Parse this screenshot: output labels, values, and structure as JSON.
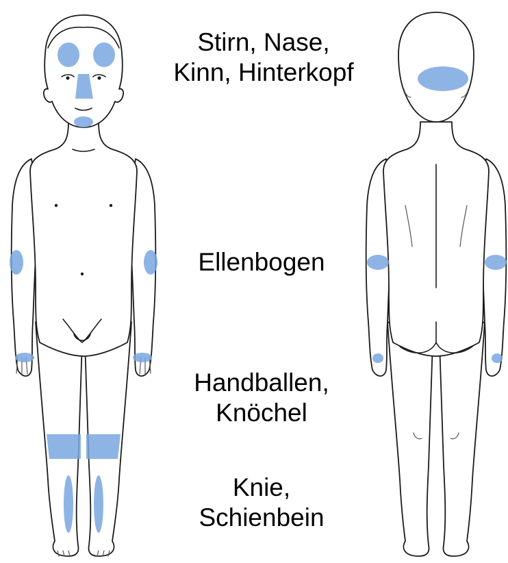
{
  "labels": {
    "head": {
      "line1": "Stirn, Nase,",
      "line2": "Kinn, Hinterkopf"
    },
    "elbow": {
      "line1": "Ellenbogen"
    },
    "hand": {
      "line1": "Handballen,",
      "line2": "Knöchel"
    },
    "knee": {
      "line1": "Knie,",
      "line2": "Schienbein"
    }
  },
  "colors": {
    "highlight": "#7aa7e0",
    "outline": "#1a1a1a"
  }
}
